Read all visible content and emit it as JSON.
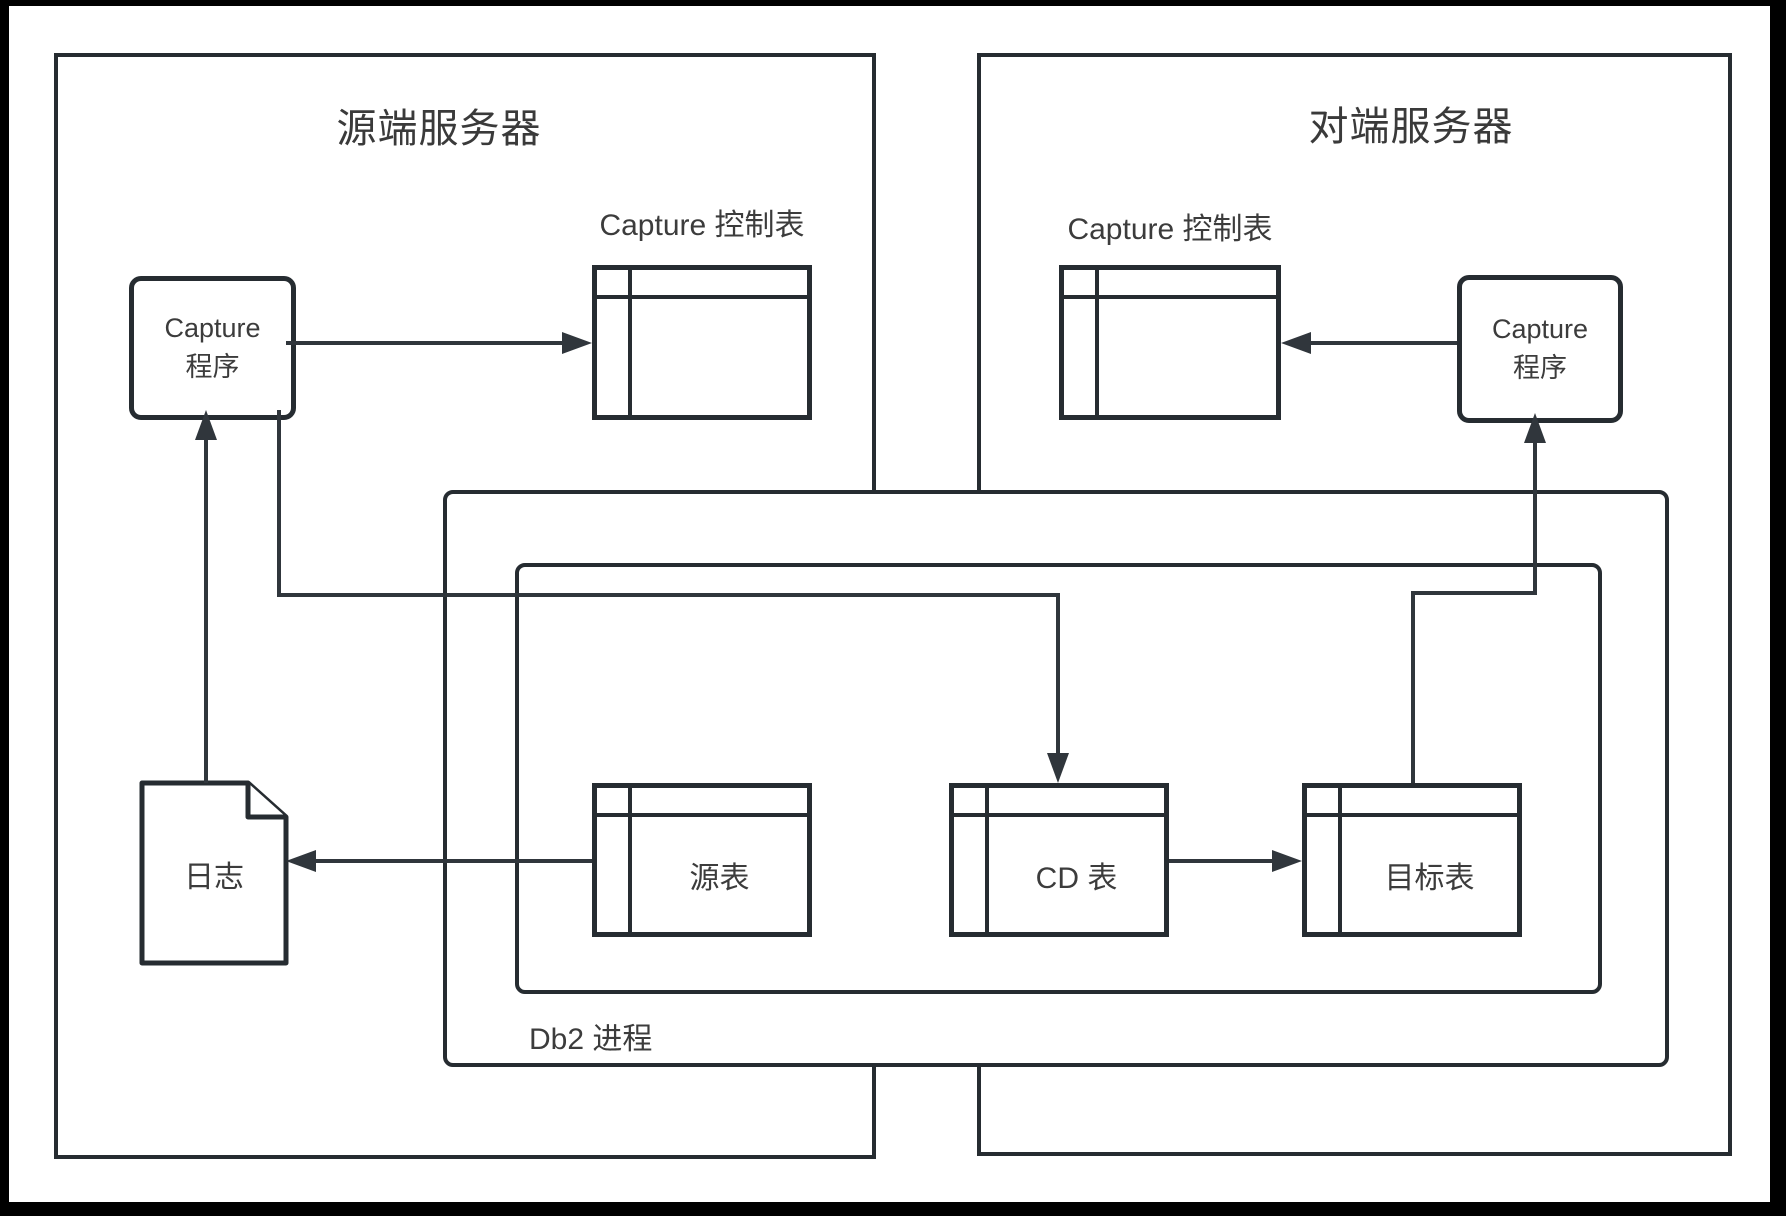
{
  "diagram": {
    "left_server": {
      "title": "源端服务器"
    },
    "right_server": {
      "title": "对端服务器"
    },
    "left_capture_program": {
      "line1": "Capture",
      "line2": "程序"
    },
    "right_capture_program": {
      "line1": "Capture",
      "line2": "程序"
    },
    "left_control_table": {
      "label": "Capture 控制表"
    },
    "right_control_table": {
      "label": "Capture 控制表"
    },
    "source_table": {
      "label": "源表"
    },
    "cd_table": {
      "label": "CD 表"
    },
    "target_table": {
      "label": "目标表"
    },
    "log_document": {
      "label": "日志"
    },
    "db2_process": {
      "label": "Db2 进程"
    },
    "colors": {
      "line": "#262c31",
      "arrow": "#30363c",
      "text": "#3c3c3c",
      "background": "#ffffff",
      "frame": "#000000"
    }
  }
}
